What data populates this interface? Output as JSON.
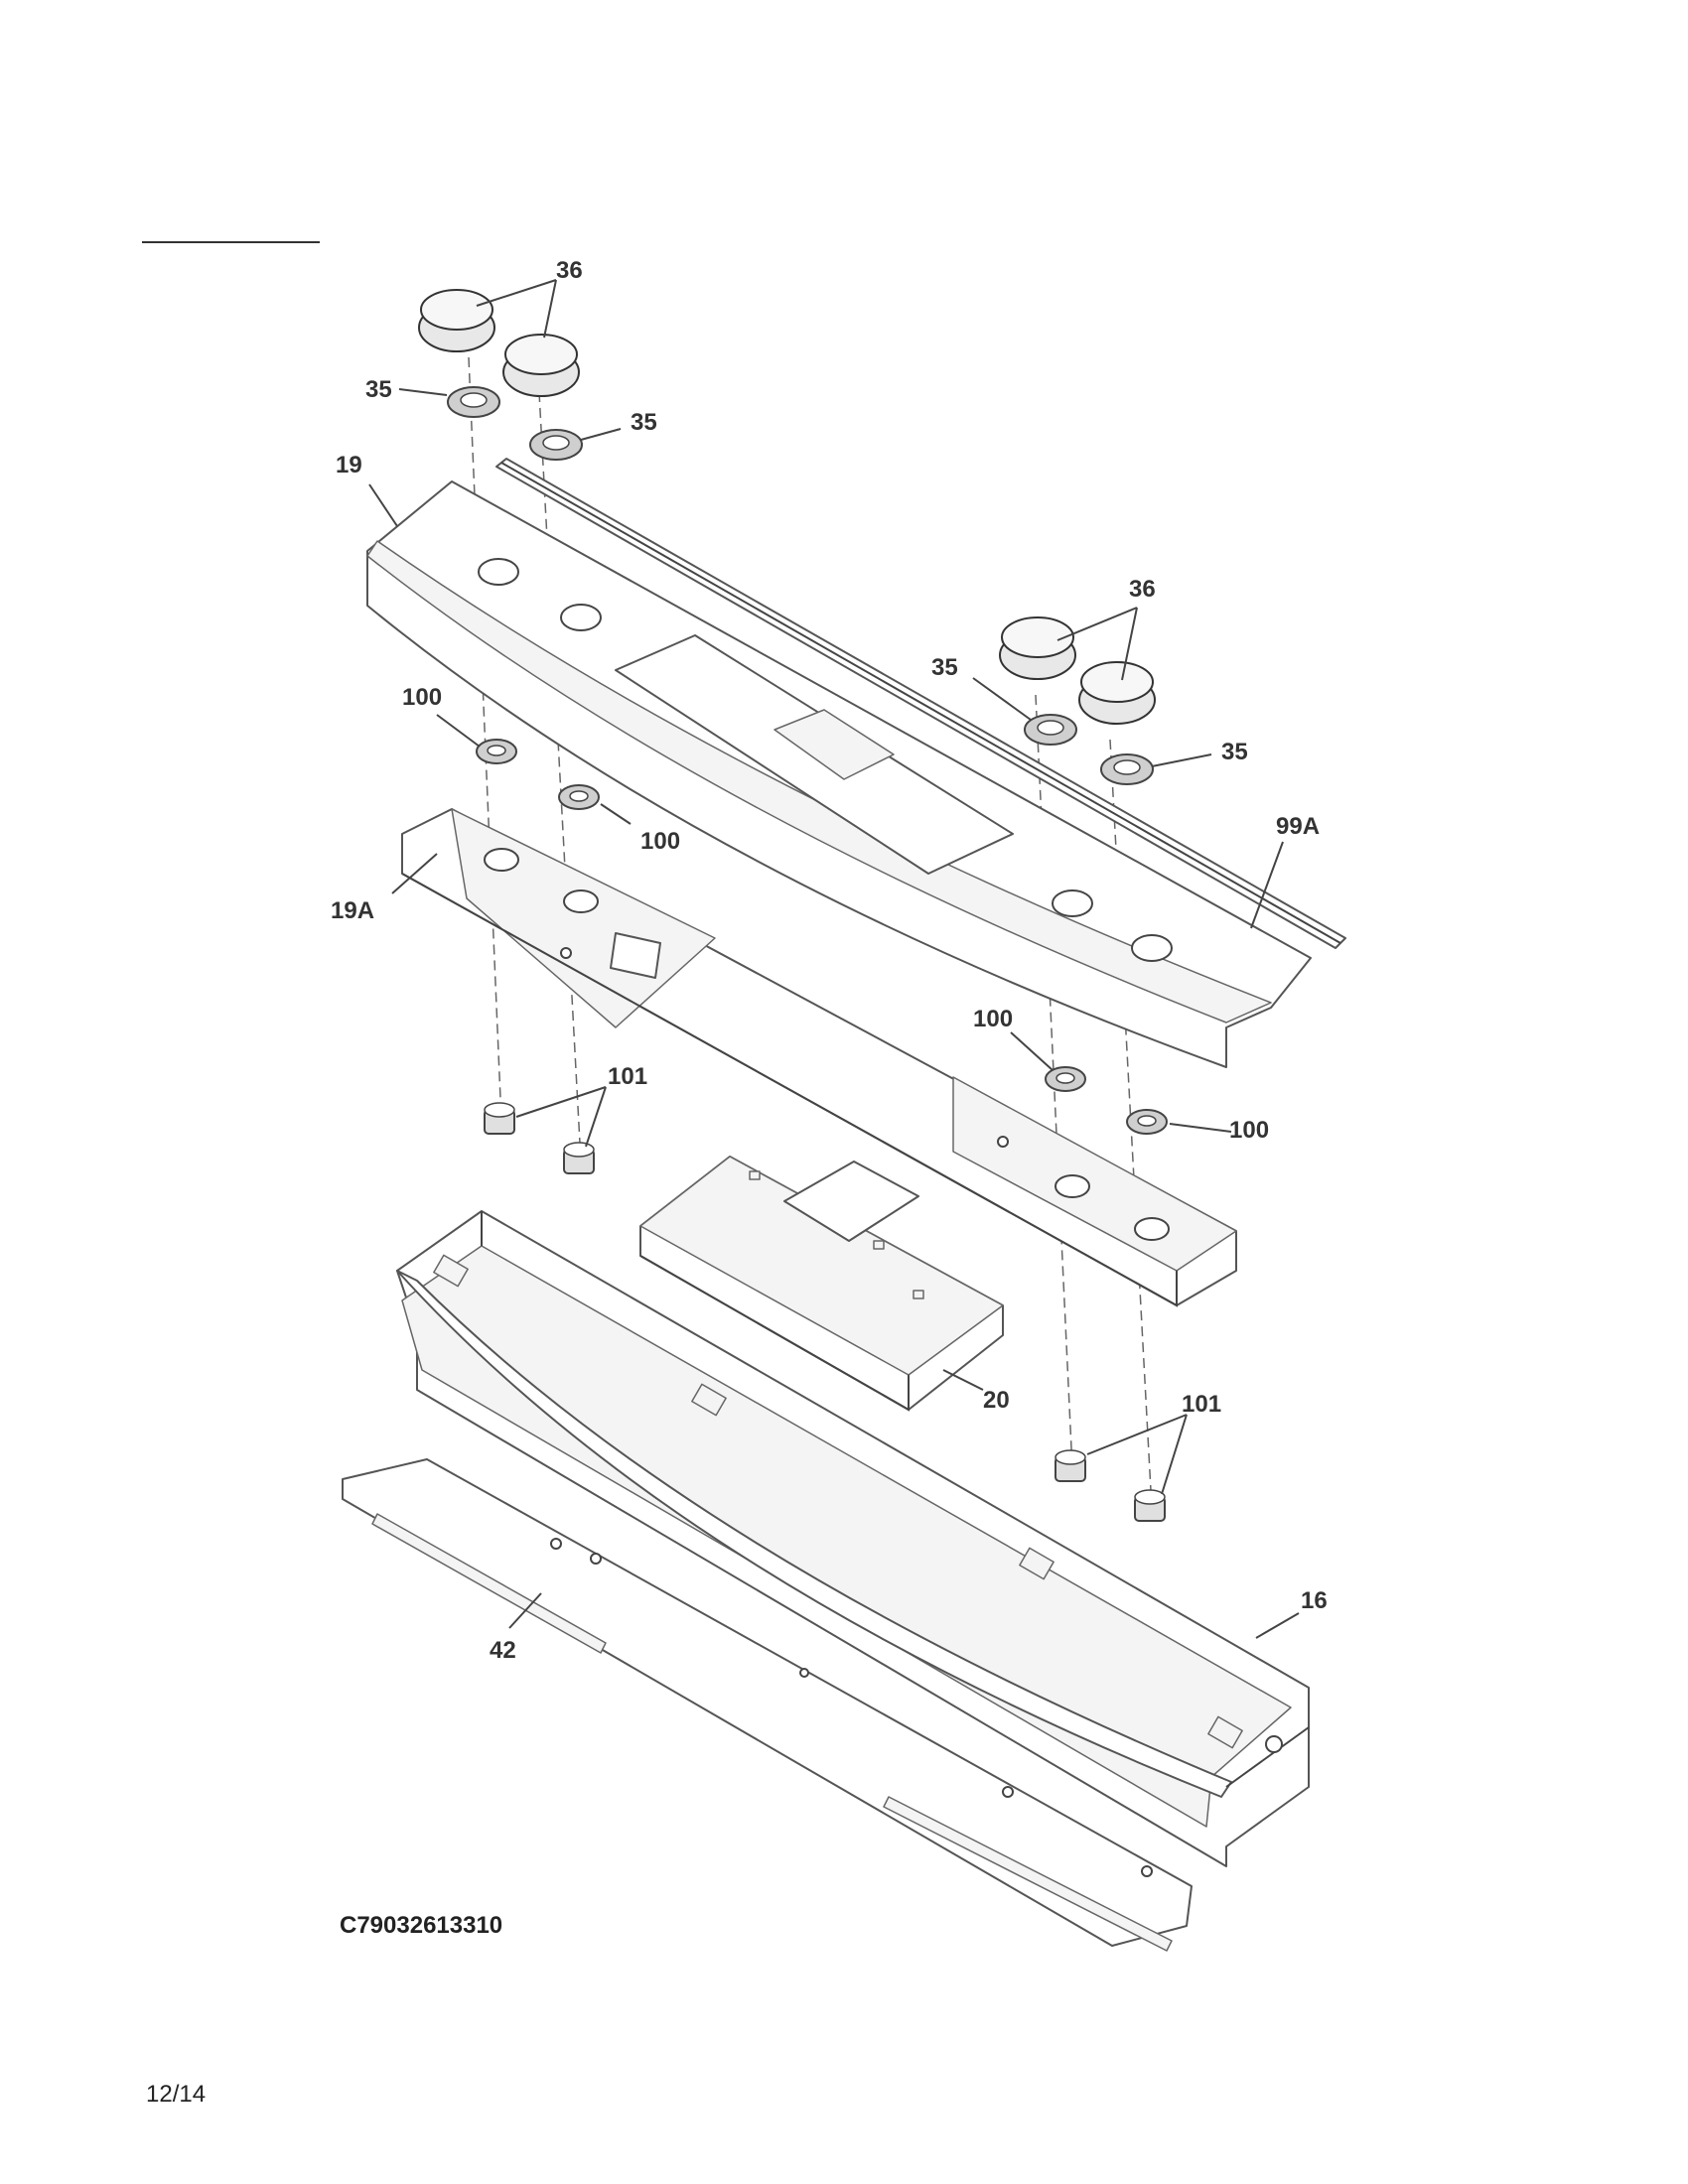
{
  "diagram": {
    "labels": {
      "l36_top": "36",
      "l35_left": "35",
      "l35_right": "35",
      "l19": "19",
      "l36_right": "36",
      "l35_r1": "35",
      "l35_r2": "35",
      "l100_a": "100",
      "l100_b": "100",
      "l99a": "99A",
      "l19a": "19A",
      "l100_c": "100",
      "l100_d": "100",
      "l101_left": "101",
      "l20": "20",
      "l101_right": "101",
      "l16": "16",
      "l42": "42"
    },
    "drawing_code": "C79032613310",
    "page_number": "12/14"
  }
}
